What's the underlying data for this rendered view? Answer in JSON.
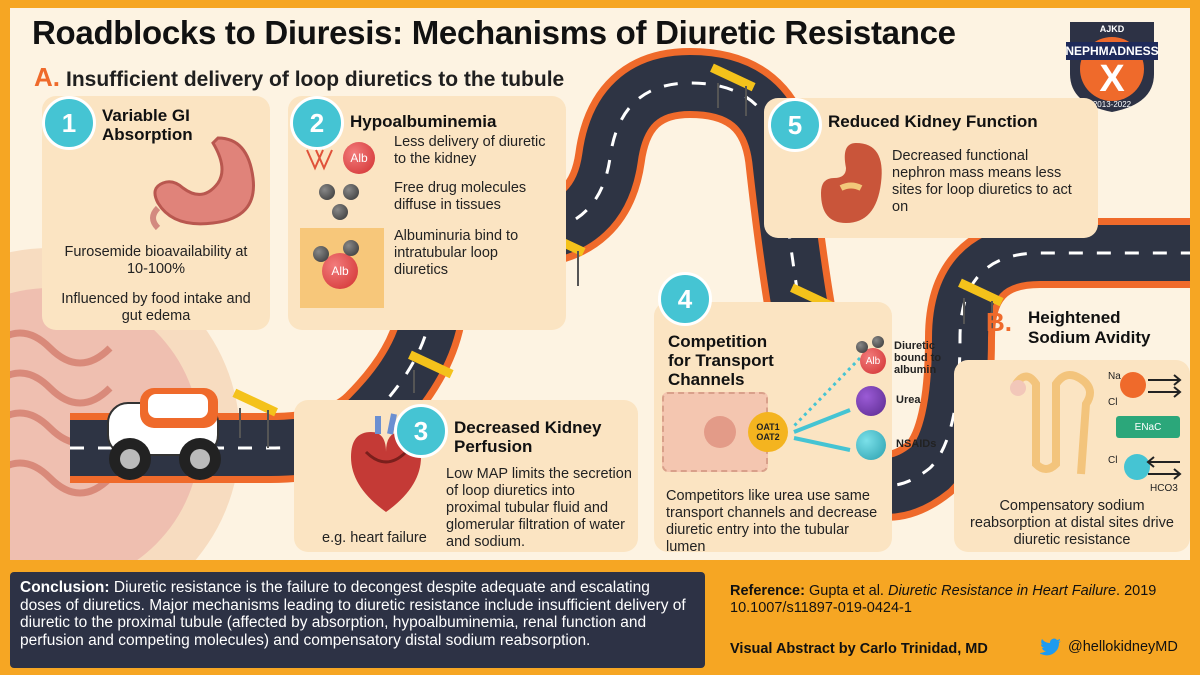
{
  "title": "Roadblocks to Diuresis: Mechanisms of Diuretic Resistance",
  "logo": {
    "name": "NEPHMADNESS",
    "numeral": "X",
    "years": "2013-2022",
    "top": "AJKD"
  },
  "section_a": {
    "letter": "A.",
    "label": "Insufficient delivery of loop diuretics to the tubule"
  },
  "box1": {
    "num": "1",
    "title": "Variable GI Absorption",
    "text1": "Furosemide bioavailability at 10-100%",
    "text2": "Influenced by food intake and gut edema"
  },
  "box2": {
    "num": "2",
    "title": "Hypoalbuminemia",
    "alb": "Alb",
    "text1": "Less delivery of diuretic to the kidney",
    "text2": "Free drug molecules diffuse in tissues",
    "text3": "Albuminuria bind to intratubular loop diuretics"
  },
  "box3": {
    "num": "3",
    "title": "Decreased Kidney Perfusion",
    "text": "Low MAP limits the secretion of loop diuretics into proximal tubular fluid and glomerular filtration of water and sodium.",
    "caption": "e.g. heart failure"
  },
  "box4": {
    "num": "4",
    "title": "Competition for Transport Channels",
    "oat1": "OAT1",
    "oat2": "OAT2",
    "alb": "Alb",
    "label1": "Diuretic bound to albumin",
    "label2": "Urea",
    "label3": "NSAIDs",
    "text": "Competitors like urea use same transport channels and decrease diuretic entry into the tubular lumen"
  },
  "box5": {
    "num": "5",
    "title": "Reduced Kidney Function",
    "text": "Decreased functional nephron mass means less sites for loop diuretics to act on"
  },
  "section_b": {
    "letter": "B.",
    "label": "Heightened Sodium Avidity",
    "na": "Na",
    "cl1": "Cl",
    "enac": "ENaC",
    "cl2": "Cl",
    "hco3": "HCO3",
    "text": "Compensatory sodium reabsorption at distal sites drive diuretic resistance"
  },
  "conclusion": {
    "label": "Conclusion:",
    "text": "Diuretic resistance is the failure to decongest despite adequate and escalating doses of diuretics. Major mechanisms leading to diuretic resistance include insufficient delivery of diuretic to the proximal tubule (affected by absorption, hypoalbuminemia, renal function and perfusion and competing molecules) and compensatory distal sodium reabsorption."
  },
  "reference": {
    "label": "Reference:",
    "authors": "Gupta et al.",
    "journal_title": "Diuretic Resistance in Heart Failure",
    "year": "2019",
    "doi": "10.1007/s11897-019-0424-1"
  },
  "credit": "Visual Abstract by Carlo Trinidad, MD",
  "handle": "@hellokidneyMD",
  "colors": {
    "orange": "#f6a623",
    "accent": "#ef6a2b",
    "teal": "#45c4d3",
    "road": "#2e3444",
    "panel": "#fbe4c2",
    "navy": "#2d3245"
  }
}
